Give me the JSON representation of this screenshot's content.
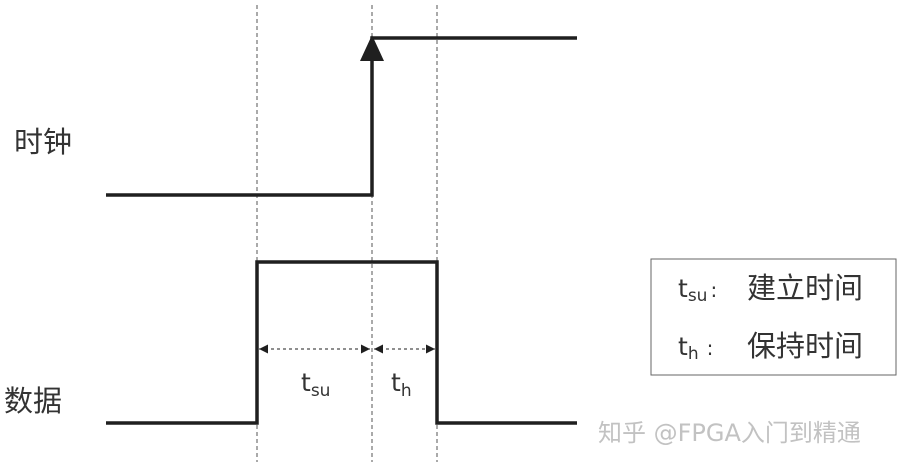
{
  "signals": {
    "clock_label": "时钟",
    "data_label": "数据"
  },
  "intervals": {
    "setup_symbol": "t",
    "setup_sub": "su",
    "hold_symbol": "t",
    "hold_sub": "h"
  },
  "legend": {
    "setup_symbol": "t",
    "setup_sub": "su",
    "setup_sep": ":",
    "setup_text": "建立时间",
    "hold_symbol": "t",
    "hold_sub": "h",
    "hold_sep": ":",
    "hold_text": "保持时间"
  },
  "watermark": {
    "text": "知乎 @FPGA入门到精通"
  },
  "colors": {
    "wave": "#1f1f1f",
    "guide": "#555555",
    "text": "#333333",
    "watermark": "#c2c2c2"
  }
}
